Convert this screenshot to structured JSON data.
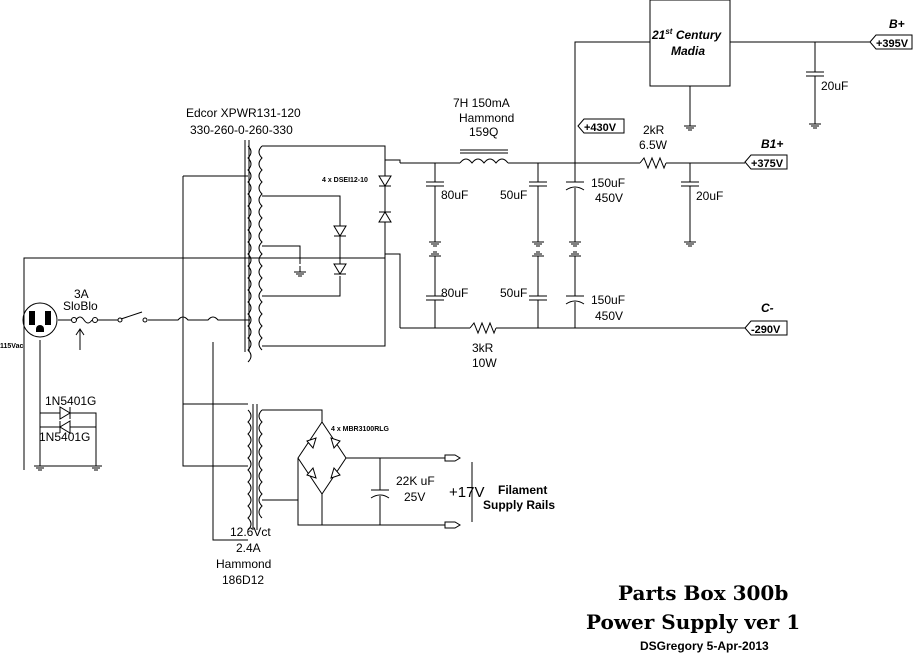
{
  "transformer_main": {
    "name": "Edcor XPWR131-120",
    "taps": "330-260-0-260-330"
  },
  "diodes_hv": "4 x DSEI12-10",
  "choke": {
    "spec": "7H 150mA",
    "brand": "Hammond",
    "model": "159Q"
  },
  "caps": {
    "c80_top": "80uF",
    "c50_top": "50uF",
    "c150_top_v": "150uF",
    "c150_top_volt": "450V",
    "c20_b1": "20uF",
    "c20_b": "20uF",
    "c80_bot": "80uF",
    "c50_bot": "50uF",
    "c150_bot_v": "150uF",
    "c150_bot_volt": "450V",
    "c22k_value": "22K uF",
    "c22k_volt": "25V"
  },
  "resistors": {
    "r2k_value": "2kR",
    "r2k_power": "6.5W",
    "r3k_value": "3kR",
    "r3k_power": "10W"
  },
  "module": {
    "line1": "21",
    "sup": "st",
    "line1b": " Century",
    "line2": "Madia"
  },
  "rails": {
    "bplus_label": "B+",
    "bplus_value": "+395V",
    "b1plus_label": "B1+",
    "b1plus_value": "+375V",
    "hv_value": "+430V",
    "cminus_label": "C-",
    "cminus_value": "-290V"
  },
  "fuse": {
    "rating": "3A",
    "type": "SloBlo"
  },
  "mains": "115Vac",
  "diodes_input": {
    "d1": "1N5401G",
    "d2": "1N5401G"
  },
  "transformer_fil": {
    "spec": "12.6Vct",
    "current": "2.4A",
    "brand": "Hammond",
    "model": "186D12"
  },
  "diodes_fil": "4 x MBR3100RLG",
  "filament": {
    "voltage": "+17V",
    "line1": "Filament",
    "line2": "Supply Rails"
  },
  "title_block": {
    "line1": "Parts Box 300b",
    "line2": "Power Supply  ver 1",
    "line3": "DSGregory 5-Apr-2013"
  }
}
